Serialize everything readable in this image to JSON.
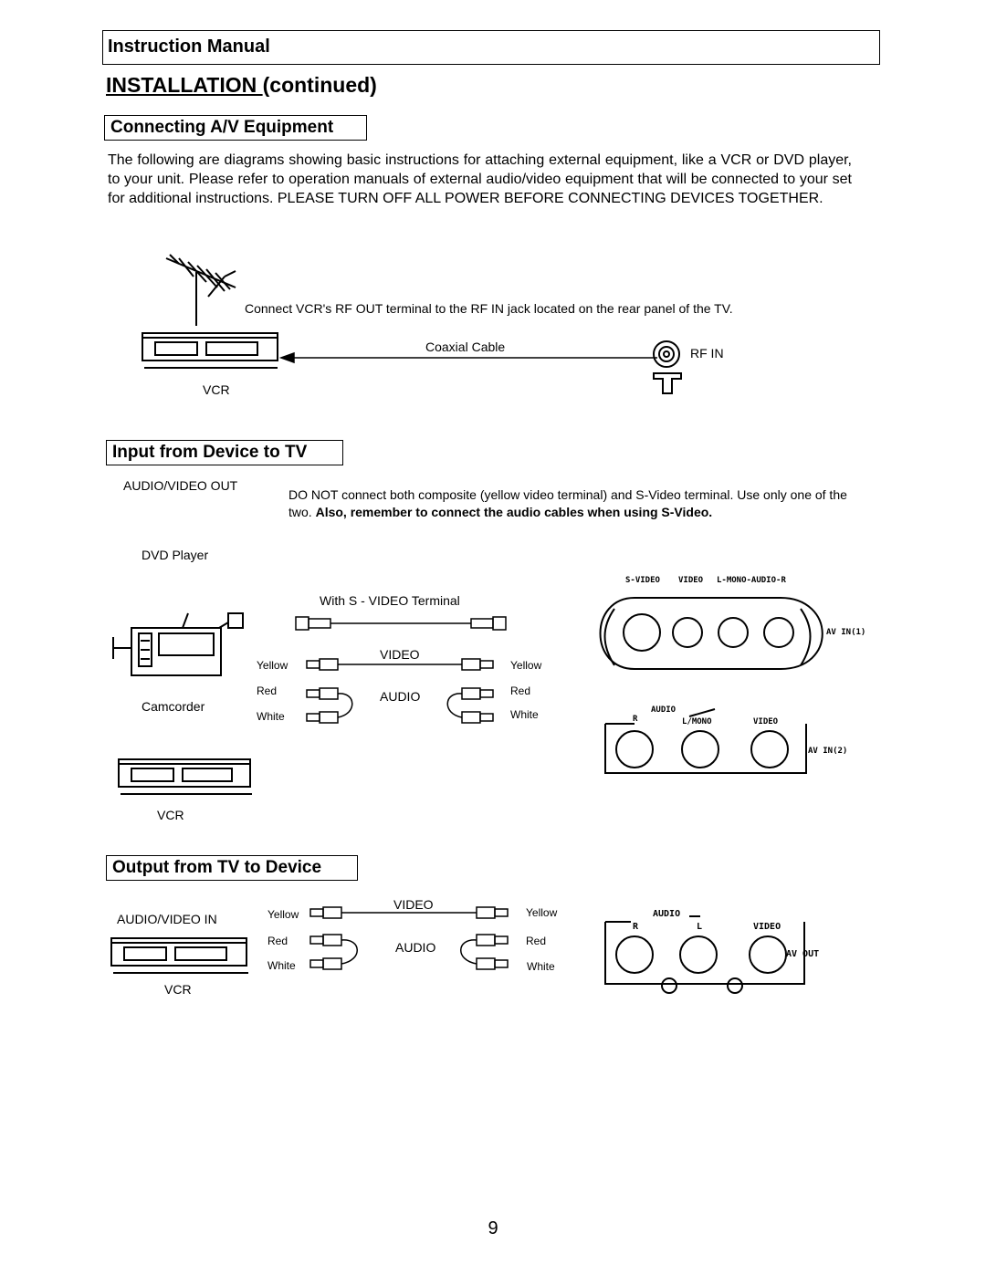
{
  "header": {
    "title": "Instruction Manual"
  },
  "page_heading": {
    "main": "INSTALLATION ",
    "suffix": "(continued)"
  },
  "section_connecting": {
    "title": "Connecting A/V Equipment",
    "intro": "The following are diagrams showing basic instructions for attaching external equipment, like a VCR or DVD player, to your unit. Please refer to operation manuals of external audio/video equipment that will be connected to your set for additional instructions. PLEASE TURN OFF ALL POWER BEFORE CONNECTING DEVICES TOGETHER.",
    "rf_instruction": "Connect VCR's RF OUT terminal to the RF IN jack located on the rear panel of the TV.",
    "coaxial_label": "Coaxial Cable",
    "rf_in_label": "RF IN",
    "vcr_label": "VCR"
  },
  "section_input": {
    "title": "Input from Device to TV",
    "av_out_label": "AUDIO/VIDEO OUT",
    "note_plain": "DO NOT connect both composite (yellow video terminal) and S-Video terminal.  Use only one of the two.  ",
    "note_bold": "Also, remember to connect the audio cables when using S-Video.",
    "dvd_label": "DVD Player",
    "camcorder_label": "Camcorder",
    "vcr_label": "VCR",
    "svideo_label": "With S - VIDEO Terminal",
    "video_label": "VIDEO",
    "audio_label": "AUDIO",
    "yellow_left": "Yellow",
    "red_left": "Red",
    "white_left": "White",
    "yellow_right": "Yellow",
    "red_right": "Red",
    "white_right": "White",
    "panel_top_labels": [
      "S-VIDEO",
      "VIDEO",
      "L-MONO-AUDIO-R"
    ],
    "panel_top_side": "AV IN(1)",
    "panel_bottom_labels": [
      "R",
      "AUDIO",
      "L/MONO",
      "VIDEO"
    ],
    "panel_bottom_side": "AV IN(2)"
  },
  "section_output": {
    "title": "Output from TV to Device",
    "av_in_label": "AUDIO/VIDEO IN",
    "vcr_label": "VCR",
    "video_label": "VIDEO",
    "audio_label": "AUDIO",
    "yellow_left": "Yellow",
    "red_left": "Red",
    "white_left": "White",
    "yellow_right": "Yellow",
    "red_right": "Red",
    "white_right": "White",
    "panel_labels": [
      "AUDIO",
      "R",
      "L",
      "VIDEO"
    ],
    "panel_side": "AV OUT"
  },
  "page_number": "9"
}
